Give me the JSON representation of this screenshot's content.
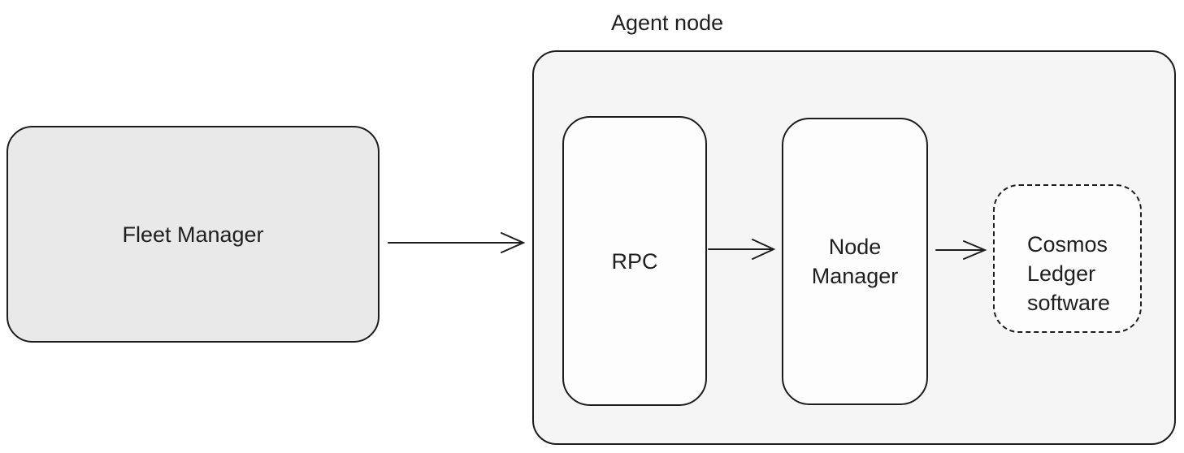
{
  "diagram": {
    "fleet_manager": {
      "label": "Fleet Manager"
    },
    "agent_node": {
      "title": "Agent node",
      "rpc": {
        "label": "RPC"
      },
      "node_manager": {
        "label": "Node Manager"
      },
      "cosmos_ledger": {
        "label": "Cosmos Ledger software"
      }
    },
    "connections": [
      {
        "from": "fleet-manager",
        "to": "agent-node"
      },
      {
        "from": "rpc",
        "to": "node-manager"
      },
      {
        "from": "node-manager",
        "to": "cosmos-ledger-software"
      }
    ],
    "colors": {
      "background": "#ffffff",
      "border": "#1d1d1d",
      "text": "#1f1f1f",
      "fleet_manager_fill": "#e9e9e9",
      "agent_node_fill": "#f5f5f5",
      "inner_node_fill": "#fdfdfd"
    }
  }
}
